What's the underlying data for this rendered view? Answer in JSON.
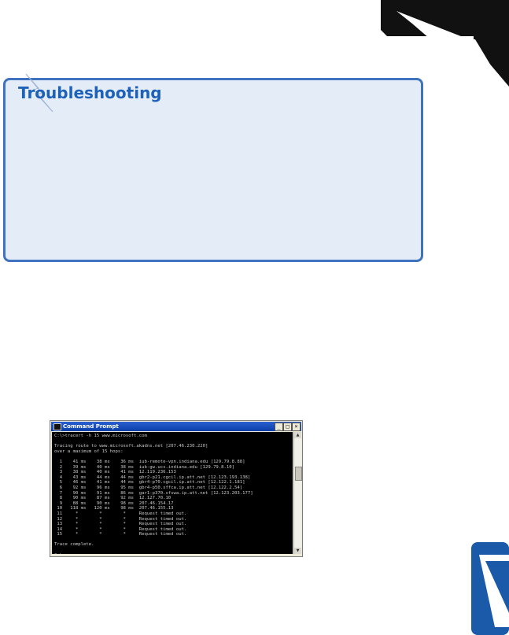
{
  "troubleshooting": {
    "title": "Troubleshooting"
  },
  "command_prompt": {
    "window_title": "Command Prompt",
    "buttons": {
      "minimize": "_",
      "maximize": "□",
      "close": "×"
    },
    "icons": {
      "window_icon": "console-icon",
      "scroll_up": "arrow-up-icon",
      "scroll_down": "arrow-down-icon"
    },
    "output": [
      "C:\\>tracert -h 15 www.microsoft.com",
      "",
      "Tracing route to www.microsoft.akadns.net [207.46.230.220]",
      "over a maximum of 15 hops:",
      "",
      "  1    41 ms    38 ms    36 ms  iub-remote-vpn.indiana.edu [129.79.8.88]",
      "  2    39 ms    40 ms    38 ms  iub-gw.ucs.indiana.edu [129.79.8.10]",
      "  3    38 ms    40 ms    41 ms  12.119.236.153",
      "  4    43 ms    44 ms    44 ms  gbr2-p21.cgcil.ip.att.net [12.123.193.138]",
      "  5    46 ms    41 ms    44 ms  gbr4-p70.cgcil.ip.att.net [12.122.1.181]",
      "  6    92 ms    96 ms    95 ms  gbr4-p50.sffca.ip.att.net [12.122.2.54]",
      "  7    90 ms    91 ms    86 ms  gar1-p370.sfswa.ip.att.net [12.123.203.177]",
      "  8    90 ms    87 ms    92 ms  12.127.70.10",
      "  9    88 ms    90 ms    98 ms  207.46.154.17",
      " 10   118 ms   120 ms    98 ms  207.46.155.13",
      " 11     *        *        *     Request timed out.",
      " 12     *        *        *     Request timed out.",
      " 13     *        *        *     Request timed out.",
      " 14     *        *        *     Request timed out.",
      " 15     *        *        *     Request timed out.",
      "",
      "Trace complete.",
      "",
      "C:\\>"
    ]
  },
  "colors": {
    "box_border": "#3f72bf",
    "box_fill": "#e4ecf8",
    "title_blue": "#1d62b8",
    "corner_blue": "#1a5aa8"
  }
}
